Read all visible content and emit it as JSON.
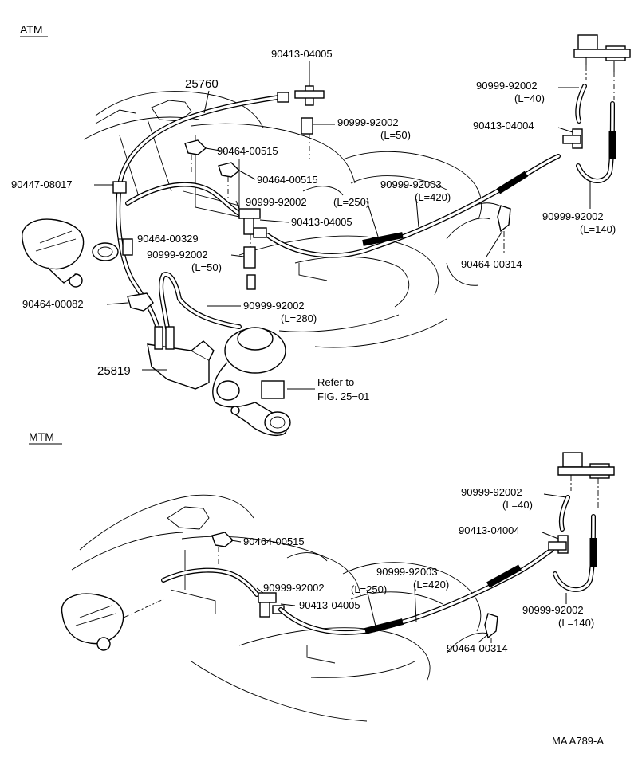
{
  "sections": {
    "atm": "ATM",
    "mtm": "MTM"
  },
  "atm_labels": {
    "p25760": "25760",
    "p90413_04005_top": "90413-04005",
    "p90999_92002_l50_top": "90999-92002",
    "p90999_92002_l50_top_len": "(L=50)",
    "p90464_00515_a": "90464-00515",
    "p90464_00515_b": "90464-00515",
    "p90447_08017": "90447-08017",
    "p90999_92002_l250": "90999-92002",
    "p90999_92002_l250_len": "(L=250)",
    "p90999_92003": "90999-92003",
    "p90999_92003_len": "(L=420)",
    "p90413_04005_mid": "90413-04005",
    "p90464_00329": "90464-00329",
    "p90999_92002_l50_mid": "90999-92002",
    "p90999_92002_l50_mid_len": "(L=50)",
    "p90464_00082": "90464-00082",
    "p90999_92002_l280": "90999-92002",
    "p90999_92002_l280_len": "(L=280)",
    "p25819": "25819",
    "refer_line1": "Refer to",
    "refer_line2": "FIG. 25−01",
    "p90999_92002_l40": "90999-92002",
    "p90999_92002_l40_len": "(L=40)",
    "p90413_04004": "90413-04004",
    "p90999_92002_l140": "90999-92002",
    "p90999_92002_l140_len": "(L=140)",
    "p90464_00314": "90464-00314"
  },
  "mtm_labels": {
    "p90999_92002_l40": "90999-92002",
    "p90999_92002_l40_len": "(L=40)",
    "p90413_04004": "90413-04004",
    "p90464_00515": "90464-00515",
    "p90999_92002_l250": "90999-92002",
    "p90999_92002_l250_len": "(L=250)",
    "p90999_92003": "90999-92003",
    "p90999_92003_len": "(L=420)",
    "p90413_04005": "90413-04005",
    "p90999_92002_l140": "90999-92002",
    "p90999_92002_l140_len": "(L=140)",
    "p90464_00314": "90464-00314"
  },
  "footer": {
    "code": "MA A789-A"
  }
}
